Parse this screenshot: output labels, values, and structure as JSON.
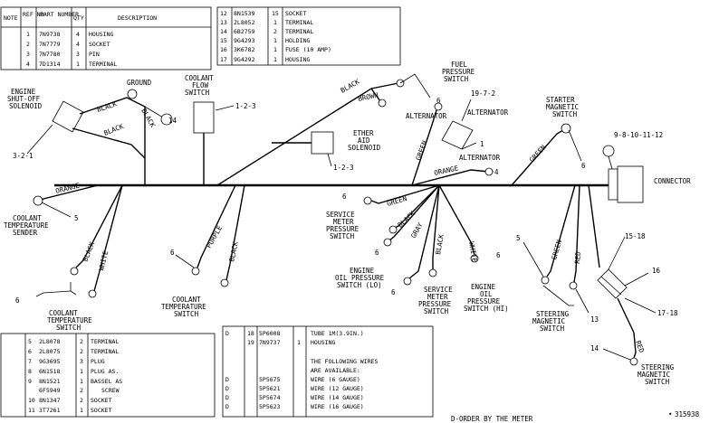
{
  "table_top_left": {
    "headers": [
      "NOTE",
      "REF NO",
      "PART NUMBER",
      "QTY",
      "DESCRIPTION"
    ],
    "rows": [
      [
        "",
        "1",
        "7N9738",
        "4",
        "HOUSING"
      ],
      [
        "",
        "2",
        "7N7779",
        "4",
        "SOCKET"
      ],
      [
        "",
        "3",
        "7N7780",
        "3",
        "PIN"
      ],
      [
        "",
        "4",
        "7D1314",
        "1",
        "TERMINAL"
      ]
    ]
  },
  "table_top_right": {
    "rows": [
      [
        "12",
        "8N1539",
        "15",
        "SOCKET"
      ],
      [
        "13",
        "2L8052",
        "1",
        "TERMINAL"
      ],
      [
        "14",
        "6B2759",
        "2",
        "TERMINAL"
      ],
      [
        "15",
        "9G4293",
        "1",
        "HOLDING"
      ],
      [
        "16",
        "3K6782",
        "1",
        "FUSE (10 AMP)"
      ],
      [
        "17",
        "9G4292",
        "1",
        "HOUSING"
      ]
    ]
  },
  "table_bottom_left": {
    "rows": [
      [
        "5",
        "2L8078",
        "2",
        "TERMINAL"
      ],
      [
        "6",
        "2L8075",
        "2",
        "TERMINAL"
      ],
      [
        "7",
        "9G3695",
        "3",
        "PLUG"
      ],
      [
        "8",
        "6N1518",
        "1",
        "PLUG AS."
      ],
      [
        "9",
        "8N1521",
        "1",
        "BASSEL AS"
      ],
      [
        "",
        "6F5949",
        "2",
        "SCREW"
      ],
      [
        "10",
        "8N1347",
        "2",
        "SOCKET"
      ],
      [
        "11",
        "3T7261",
        "1",
        "SOCKET"
      ]
    ]
  },
  "table_bottom_right": {
    "rows": [
      [
        "D",
        "18",
        "5P6008",
        "",
        "TUBE 1M(3.9IN.)"
      ],
      [
        "",
        "19",
        "7N9737",
        "1",
        "HOUSING"
      ],
      [
        "",
        "",
        "",
        "",
        ""
      ],
      [
        "",
        "",
        "",
        "",
        "THE FOLLOWING WIRES"
      ],
      [
        "",
        "",
        "",
        "",
        "ARE AVAILABLE:"
      ],
      [
        "D",
        "",
        "5P5675",
        "",
        "WIRE (6 GAUGE)"
      ],
      [
        "D",
        "",
        "5P5621",
        "",
        "WIRE (12 GAUGE)"
      ],
      [
        "D",
        "",
        "5P5674",
        "",
        "WIRE (14 GAUGE)"
      ],
      [
        "D",
        "",
        "5P5623",
        "",
        "WIRE (16 GAUGE)"
      ]
    ],
    "footnote": "D-ORDER BY THE METER"
  },
  "labels": {
    "engine_shutoff": [
      "ENGINE",
      "SHUT-OFF",
      "SOLENOID"
    ],
    "ground": "GROUND",
    "coolant_flow": [
      "COOLANT",
      "FLOW",
      "SWITCH"
    ],
    "fuel_pressure": [
      "FUEL",
      "PRESSURE",
      "SWITCH"
    ],
    "ether_aid": [
      "ETHER",
      "AID",
      "SOLENOID"
    ],
    "alternator1": "ALTERNATOR",
    "alternator2": "ALTERNATOR",
    "alternator3": "ALTERNATOR",
    "starter": [
      "STARTER",
      "MAGNETIC",
      "SWITCH"
    ],
    "connector": "CONNECTOR",
    "coolant_temp_sender": [
      "COOLANT",
      "TEMPERATURE",
      "SENDER"
    ],
    "coolant_temp_switch": [
      "COOLANT",
      "TEMPERATURE",
      "SWITCH"
    ],
    "coolant_temp_switch2": [
      "COOLANT",
      "TEMPERATURE",
      "SWITCH"
    ],
    "service_meter_pressure": [
      "SERVICE",
      "METER",
      "PRESSURE",
      "SWITCH"
    ],
    "engine_oil_pressure_lo": [
      "ENGINE",
      "OIL PRESSURE",
      "SWITCH (LO)"
    ],
    "service_meter_pressure2": [
      "SERVICE",
      "METER",
      "PRESSURE",
      "SWITCH"
    ],
    "engine_oil_pressure_hi": [
      "ENGINE",
      "OIL",
      "PRESSURE",
      "SWITCH (HI)"
    ],
    "steering_mag1": [
      "STEERING",
      "MAGNETIC",
      "SWITCH"
    ],
    "steering_mag2": [
      "STEERING",
      "MAGNETIC",
      "SWITCH"
    ],
    "image_number": "315938"
  },
  "callouts": {
    "c_3_2_1": "3-2-1",
    "c_14a": "14",
    "c_1_2_3a": "1-2-3",
    "c_1_2_3b": "1-2-3",
    "c_6_fuel": "6",
    "c_19_7_2": "19-7-2",
    "c_1_alt": "1",
    "c_4_alt": "4",
    "c_6_starter": "6",
    "c_9_12": "9-8-10-11-12",
    "c_5_sender": "5",
    "c_6_cts": "6",
    "c_6_cts2": "6",
    "c_6_green": "6",
    "c_6_lo": "6",
    "c_6_hi": "6",
    "c_6_sm": "6",
    "c_5_steer": "5",
    "c_13": "13",
    "c_15_18": "15-18",
    "c_16": "16",
    "c_17_18": "17-18",
    "c_14b": "14"
  },
  "wires": {
    "black1": "BLACK",
    "black2": "BLACK",
    "black3": "BLACK",
    "orange1": "ORANGE",
    "black_fuel": "BLACK",
    "brown": "BROWN",
    "green_alt": "GREEN",
    "orange_alt": "ORANGE",
    "green_starter": "GREEN",
    "black_cts": "BLACK",
    "white_cts": "WHITE",
    "purple": "PURPLE",
    "black_cts2": "BLACK",
    "green_sm": "GREEN",
    "black_sm": "BLACK",
    "gray": "GRAY",
    "black_lo": "BLACK",
    "white_hi": "WHITE",
    "green_steer": "GREEN",
    "red_steer": "RED",
    "red_steer2": "RED"
  }
}
